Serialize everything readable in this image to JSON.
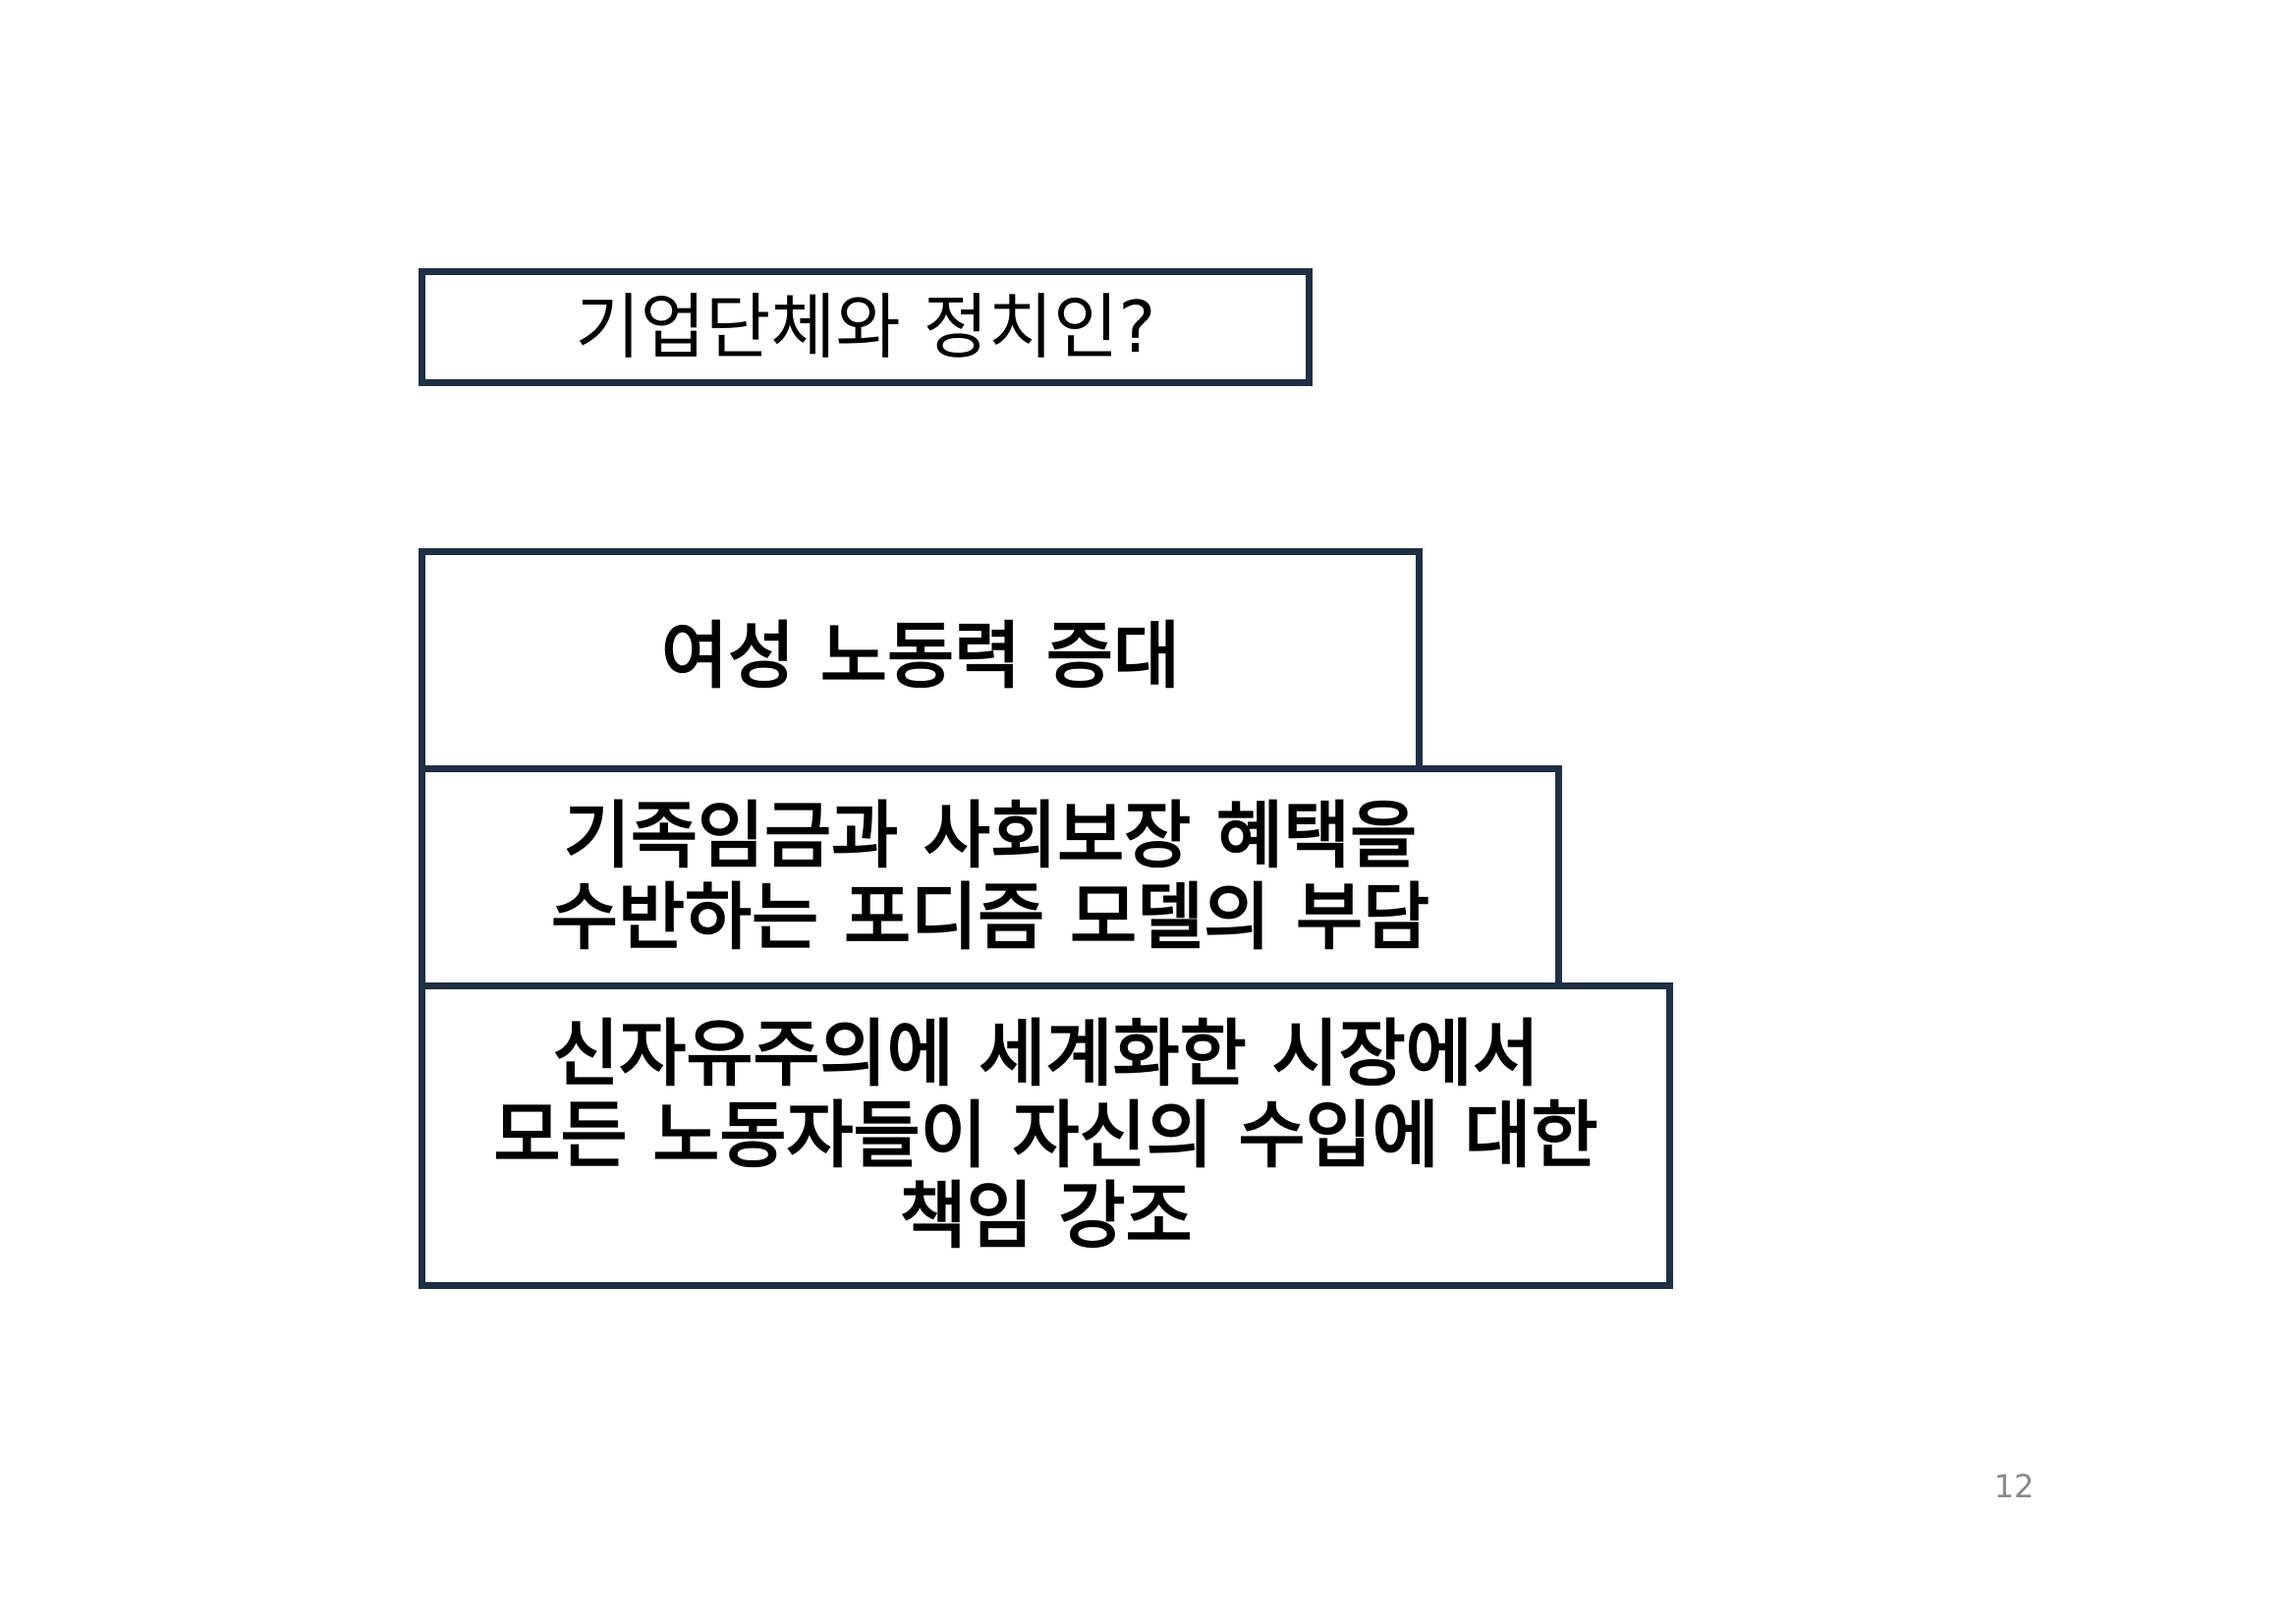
{
  "slide": {
    "question_box": "기업단체와 정치인?",
    "stack": [
      "여성 노동력 증대",
      "기족임금과 사회보장 혜택을\n수반하는 포디즘 모델의 부담",
      "신자유주의에 세계화한 시장에서\n모든 노동자들이 자신의 수입에 대한\n책임 강조"
    ],
    "page_number": "12"
  },
  "colors": {
    "box_border": "#1f2f44",
    "text": "#000000",
    "page_number": "#8a8a8a"
  }
}
